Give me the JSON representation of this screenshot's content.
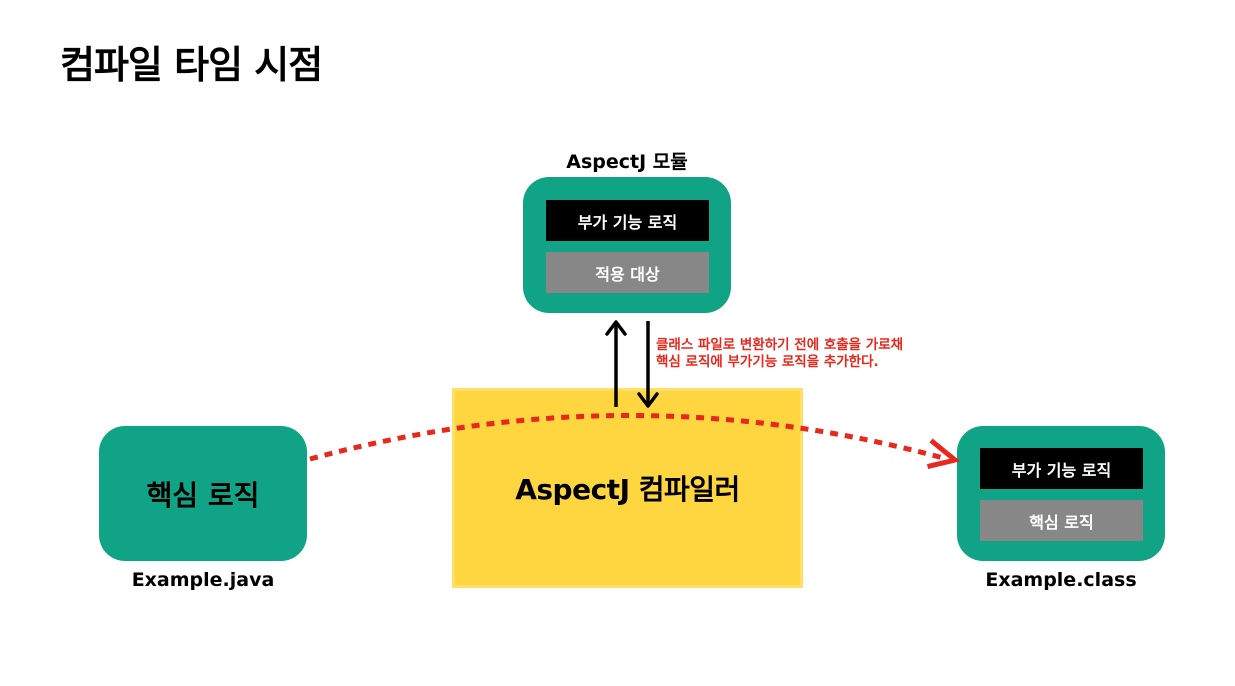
{
  "title": "컴파일 타임 시점",
  "module": {
    "label": "AspectJ 모듈",
    "advice_label": "부가 기능 로직",
    "pointcut_label": "적용 대상"
  },
  "source": {
    "content_label": "핵심 로직",
    "file_name": "Example.java"
  },
  "compiler": {
    "label": "AspectJ 컴파일러"
  },
  "target": {
    "advice_label": "부가 기능 로직",
    "core_label": "핵심 로직",
    "file_name": "Example.class"
  },
  "note": {
    "line1": "클래스 파일로 변환하기 전에 호출을 가로채",
    "line2": "핵심 로직에 부가기능 로직을 추가한다."
  },
  "colors": {
    "green": "#11a386",
    "yellow": "#ffd63f",
    "red": "#e8281c",
    "black": "#000000",
    "gray": "#878787"
  }
}
